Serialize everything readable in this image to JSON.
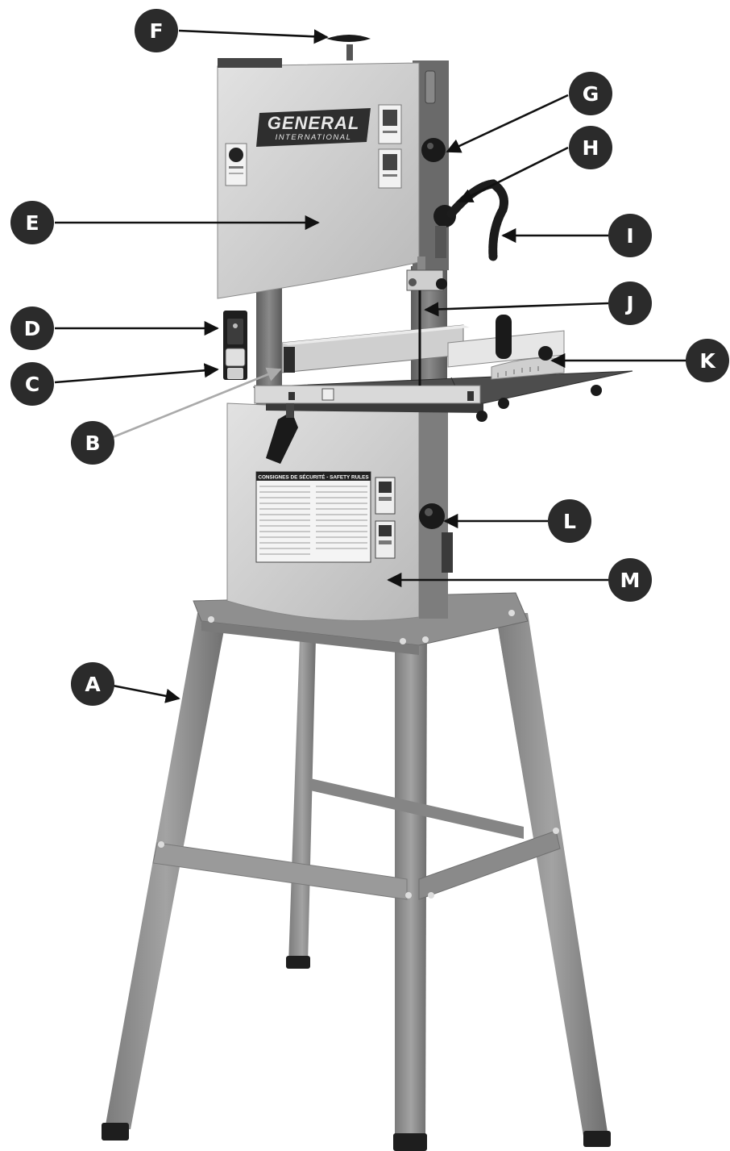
{
  "brand": {
    "logo_top": "GENERAL",
    "logo_bottom": "INTERNATIONAL"
  },
  "safety_panel": {
    "title": "CONSIGNES DE SÉCURITÉ - SAFETY RULES"
  },
  "callouts": {
    "A": "A",
    "B": "B",
    "C": "C",
    "D": "D",
    "E": "E",
    "F": "F",
    "G": "G",
    "H": "H",
    "I": "I",
    "J": "J",
    "K": "K",
    "L": "L",
    "M": "M"
  },
  "colors": {
    "badge": "#2b2b2b",
    "badge_text": "#ffffff",
    "stand": "#8e8e8e",
    "cabinet": "#c9c9c9",
    "frame": "#6f6f6f",
    "table": "#5a5a5a"
  }
}
